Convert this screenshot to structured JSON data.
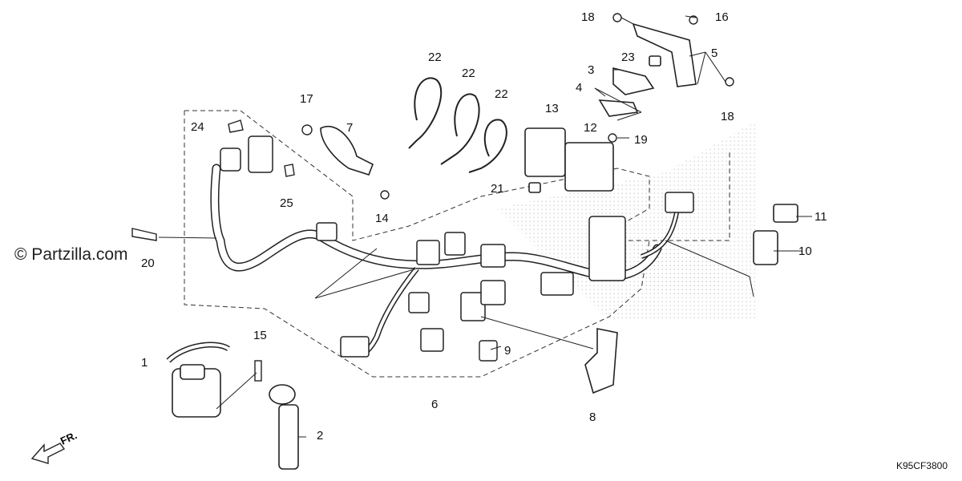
{
  "diagram": {
    "watermark": "© Partzilla.com",
    "drawing_code": "K95CF3800",
    "direction_label": "FR.",
    "callouts": [
      {
        "id": "1",
        "text": "1"
      },
      {
        "id": "2",
        "text": "2"
      },
      {
        "id": "3",
        "text": "3"
      },
      {
        "id": "4",
        "text": "4"
      },
      {
        "id": "5",
        "text": "5"
      },
      {
        "id": "6",
        "text": "6"
      },
      {
        "id": "7",
        "text": "7"
      },
      {
        "id": "8",
        "text": "8"
      },
      {
        "id": "9",
        "text": "9"
      },
      {
        "id": "10",
        "text": "10"
      },
      {
        "id": "11",
        "text": "11"
      },
      {
        "id": "12",
        "text": "12"
      },
      {
        "id": "13",
        "text": "13"
      },
      {
        "id": "14",
        "text": "14"
      },
      {
        "id": "15",
        "text": "15"
      },
      {
        "id": "16",
        "text": "16"
      },
      {
        "id": "17",
        "text": "17"
      },
      {
        "id": "18a",
        "text": "18"
      },
      {
        "id": "18b",
        "text": "18"
      },
      {
        "id": "19",
        "text": "19"
      },
      {
        "id": "20",
        "text": "20"
      },
      {
        "id": "21",
        "text": "21"
      },
      {
        "id": "22a",
        "text": "22"
      },
      {
        "id": "22b",
        "text": "22"
      },
      {
        "id": "22c",
        "text": "22"
      },
      {
        "id": "23",
        "text": "23"
      },
      {
        "id": "24",
        "text": "24"
      },
      {
        "id": "25",
        "text": "25"
      }
    ]
  }
}
